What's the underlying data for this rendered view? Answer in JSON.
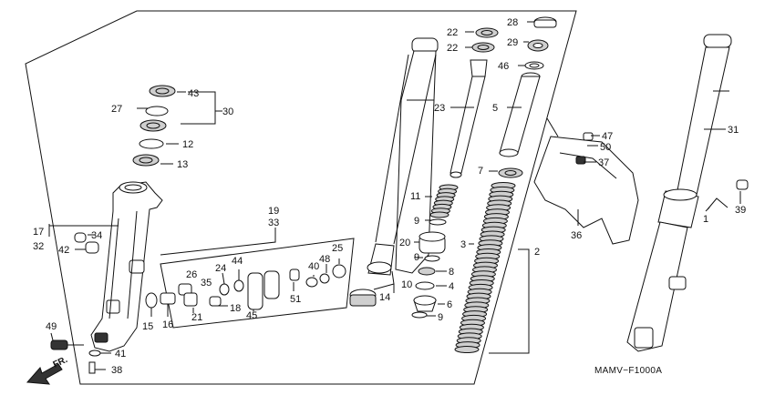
{
  "diagram_code": "MAMV−F1000A",
  "direction_label": "FR.",
  "callouts": {
    "c1": "1",
    "c2": "2",
    "c3": "3",
    "c4": "4",
    "c5": "5",
    "c6": "6",
    "c7": "7",
    "c8": "8",
    "c9a": "9",
    "c9b": "9",
    "c9c": "9",
    "c10": "10",
    "c11": "11",
    "c12": "12",
    "c13": "13",
    "c14": "14",
    "c15": "15",
    "c16": "16",
    "c17": "17",
    "c18": "18",
    "c19": "19",
    "c20": "20",
    "c21": "21",
    "c22a": "22",
    "c22b": "22",
    "c23": "23",
    "c24": "24",
    "c25": "25",
    "c26": "26",
    "c27": "27",
    "c28": "28",
    "c29": "29",
    "c30": "30",
    "c31": "31",
    "c32": "32",
    "c33": "33",
    "c34": "34",
    "c35": "35",
    "c36": "36",
    "c37": "37",
    "c38": "38",
    "c39": "39",
    "c40": "40",
    "c41": "41",
    "c42": "42",
    "c43": "43",
    "c44": "44",
    "c45": "45",
    "c46": "46",
    "c47": "47",
    "c48": "48",
    "c49": "49",
    "c50": "50",
    "c51": "51"
  }
}
